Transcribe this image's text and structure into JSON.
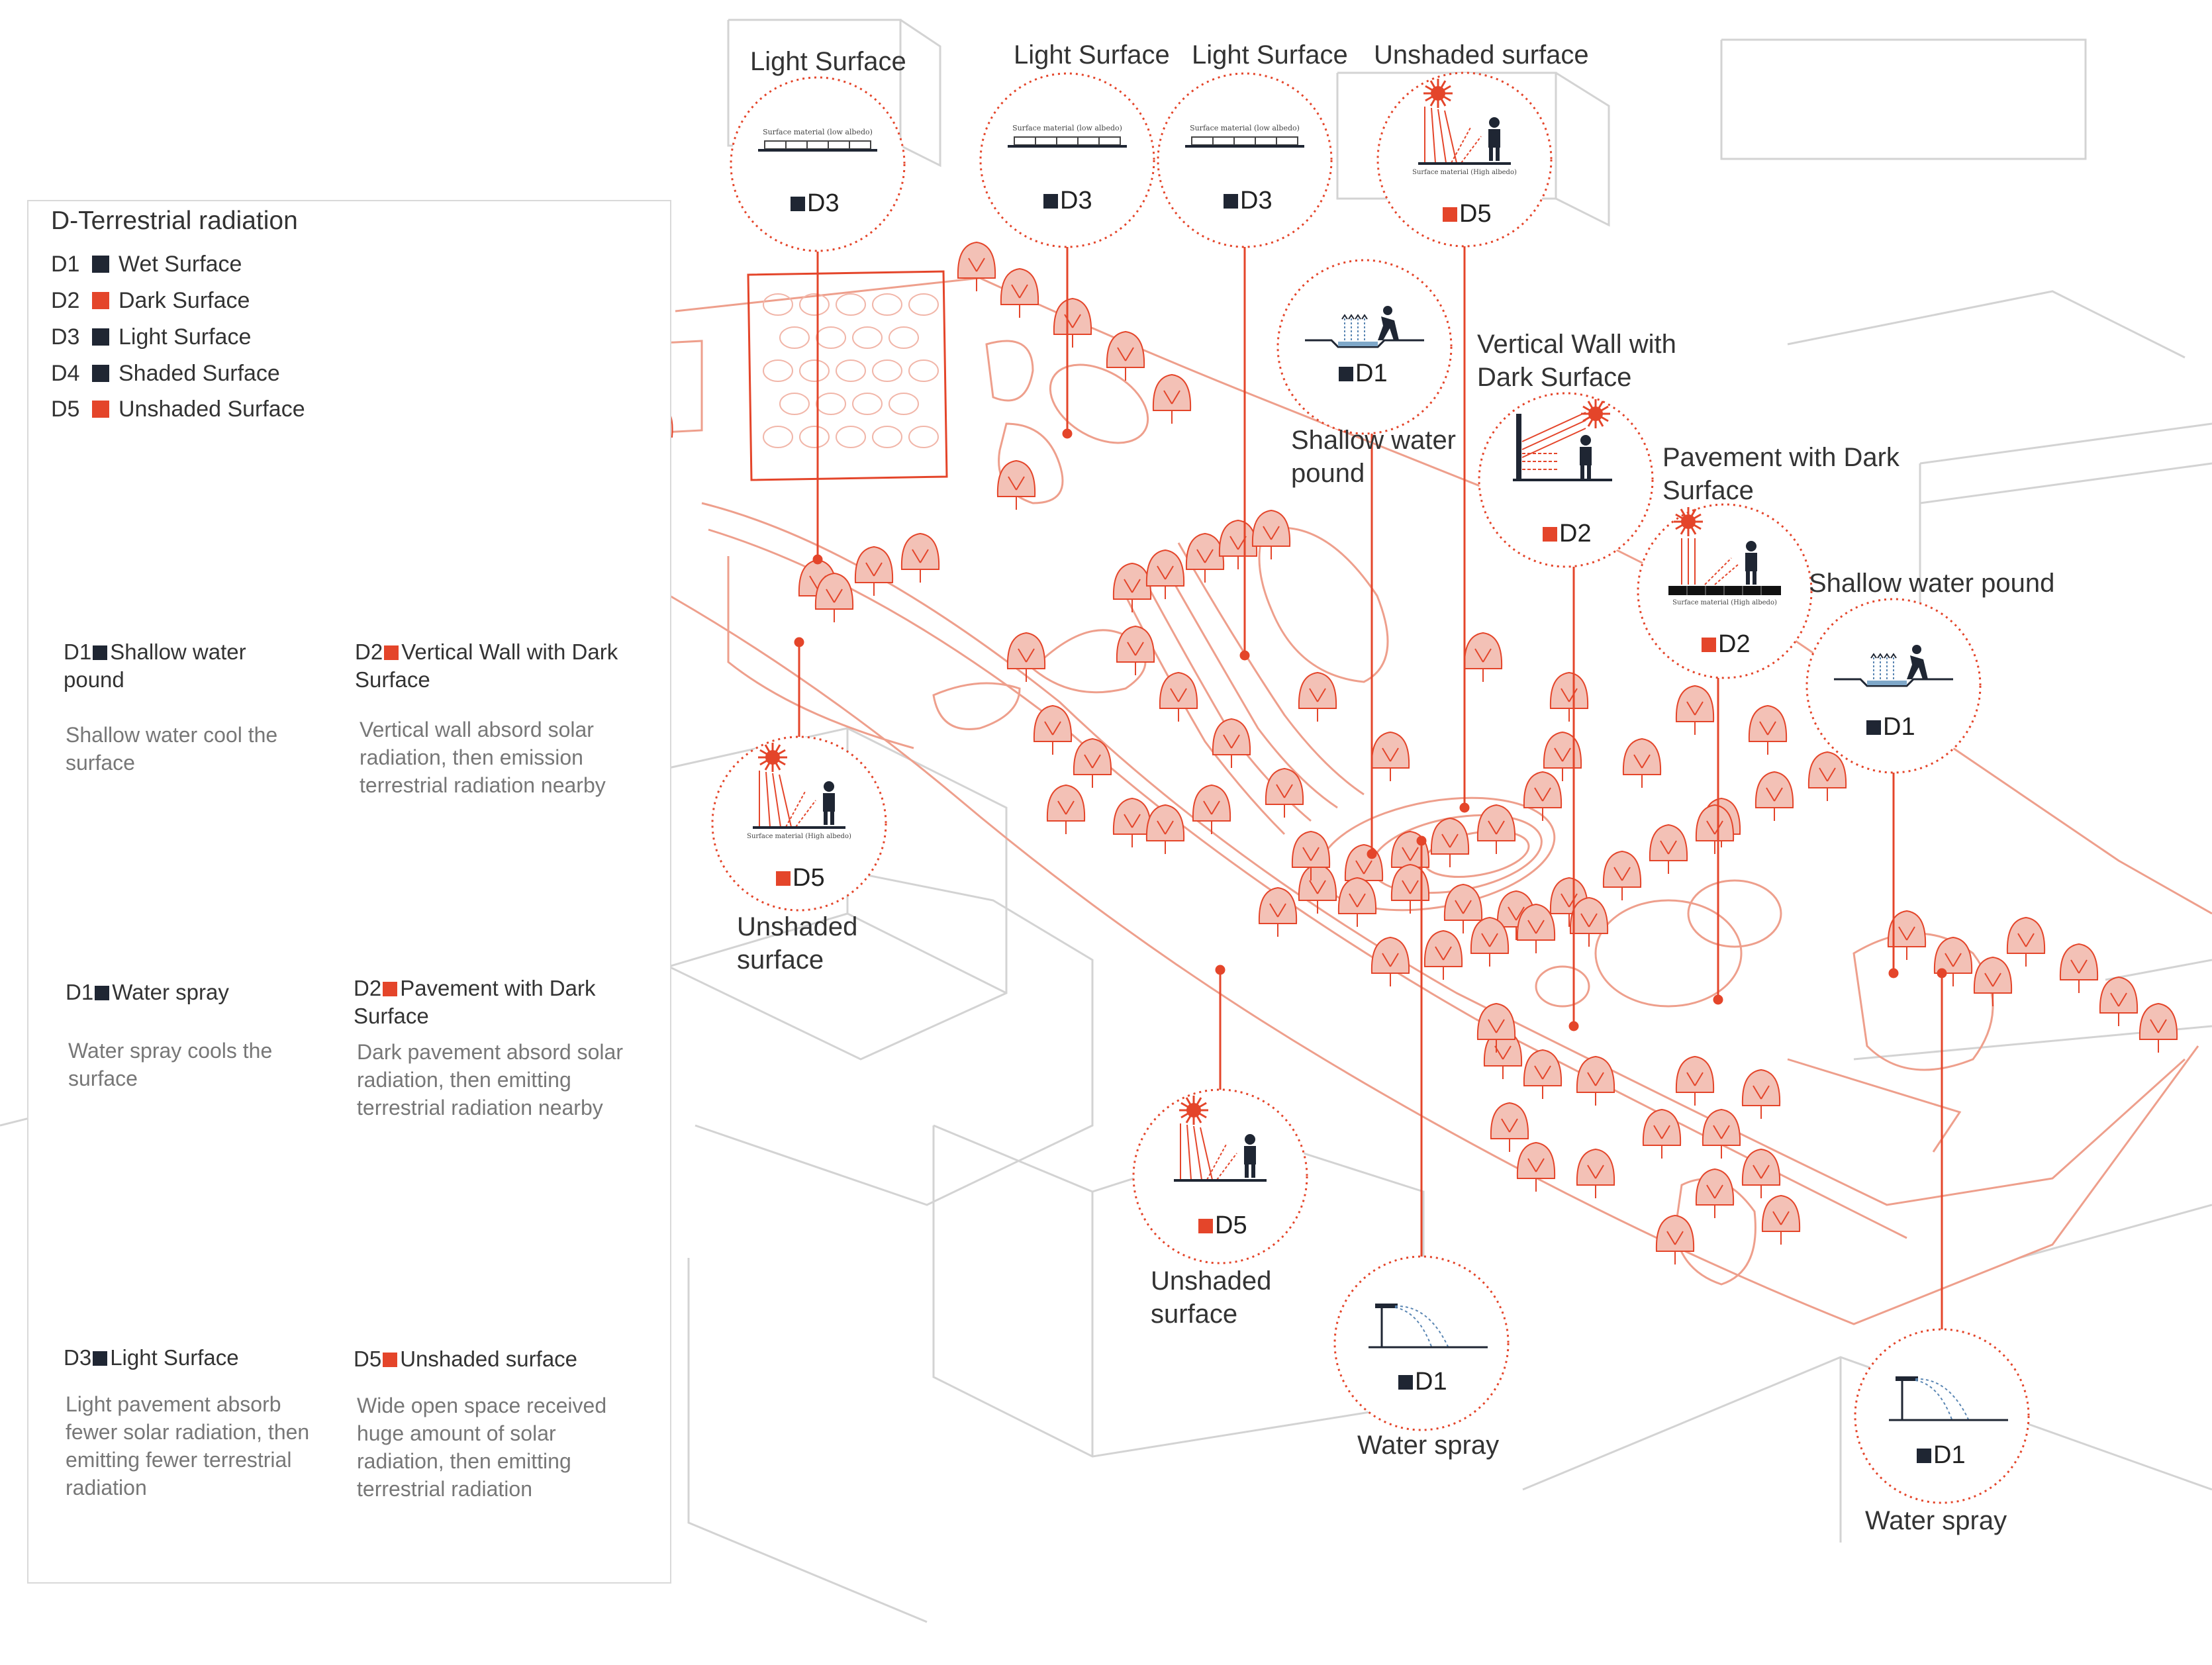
{
  "colors": {
    "accent": "#e4452a",
    "dark": "#1f2633",
    "line": "#eba08f",
    "building": "#d6d6d6"
  },
  "legend": {
    "title": "D-Terrestrial radiation",
    "keys": [
      {
        "code": "D1",
        "label": "Wet Surface",
        "color": "#1f2633"
      },
      {
        "code": "D2",
        "label": "Dark Surface",
        "color": "#e4452a"
      },
      {
        "code": "D3",
        "label": "Light Surface",
        "color": "#1f2633"
      },
      {
        "code": "D4",
        "label": "Shaded Surface",
        "color": "#1f2633"
      },
      {
        "code": "D5",
        "label": "Unshaded Surface",
        "color": "#e4452a"
      }
    ],
    "entries": {
      "water_pound": {
        "code": "D1",
        "title": "Shallow water pound",
        "desc": "Shallow water cool the surface",
        "icon": "water-pound-icon"
      },
      "vertical_wall": {
        "code": "D2",
        "title": "Vertical Wall with Dark Surface",
        "desc": "Vertical wall absord solar radiation, then emission terrestrial radiation nearby",
        "icon": "vertical-wall-icon"
      },
      "water_spray": {
        "code": "D1",
        "title": "Water spray",
        "desc": "Water spray cools the surface",
        "icon": "water-spray-icon"
      },
      "pavement": {
        "code": "D2",
        "title": "Pavement with Dark Surface",
        "desc": "Dark pavement absord solar radiation, then emitting terrestrial radiation nearby",
        "icon": "dark-pavement-icon"
      },
      "light_surface": {
        "code": "D3",
        "title": "Light Surface",
        "desc": "Light pavement absorb fewer solar radiation, then emitting fewer terrestrial radiation",
        "icon": "light-surface-icon"
      },
      "unshaded": {
        "code": "D5",
        "title": "Unshaded surface",
        "desc": "Wide open space received huge amount of solar radiation, then emitting terrestrial radiation",
        "icon": "sun-icon"
      }
    }
  },
  "callouts": {
    "c1": {
      "title": "Light Surface",
      "code": "D3",
      "color": "#1f2633",
      "caption": "Surface material (low albedo)"
    },
    "c2": {
      "title": "Light Surface",
      "code": "D3",
      "color": "#1f2633",
      "caption": "Surface material (low albedo)"
    },
    "c3": {
      "title": "Light Surface",
      "code": "D3",
      "color": "#1f2633",
      "caption": "Surface material (low albedo)"
    },
    "c4": {
      "title": "Unshaded surface",
      "code": "D5",
      "color": "#e4452a",
      "caption": "Surface material (High albedo)"
    },
    "c5": {
      "title": "Shallow water pound",
      "code": "D1",
      "color": "#1f2633"
    },
    "c6": {
      "title": "Vertical Wall with Dark Surface",
      "code": "D2",
      "color": "#e4452a"
    },
    "c7": {
      "title": "Pavement with Dark Surface",
      "code": "D2",
      "color": "#e4452a",
      "caption": "Surface material (High albedo)"
    },
    "c8": {
      "title": "Shallow water pound",
      "code": "D1",
      "color": "#1f2633"
    },
    "c9": {
      "title": "Unshaded surface",
      "code": "D5",
      "color": "#e4452a",
      "caption": "Surface material (High albedo)"
    },
    "c10": {
      "title": "Unshaded surface",
      "code": "D5",
      "color": "#e4452a"
    },
    "c11": {
      "title": "Water spray",
      "code": "D1",
      "color": "#1f2633"
    },
    "c12": {
      "title": "Water spray",
      "code": "D1",
      "color": "#1f2633"
    }
  }
}
